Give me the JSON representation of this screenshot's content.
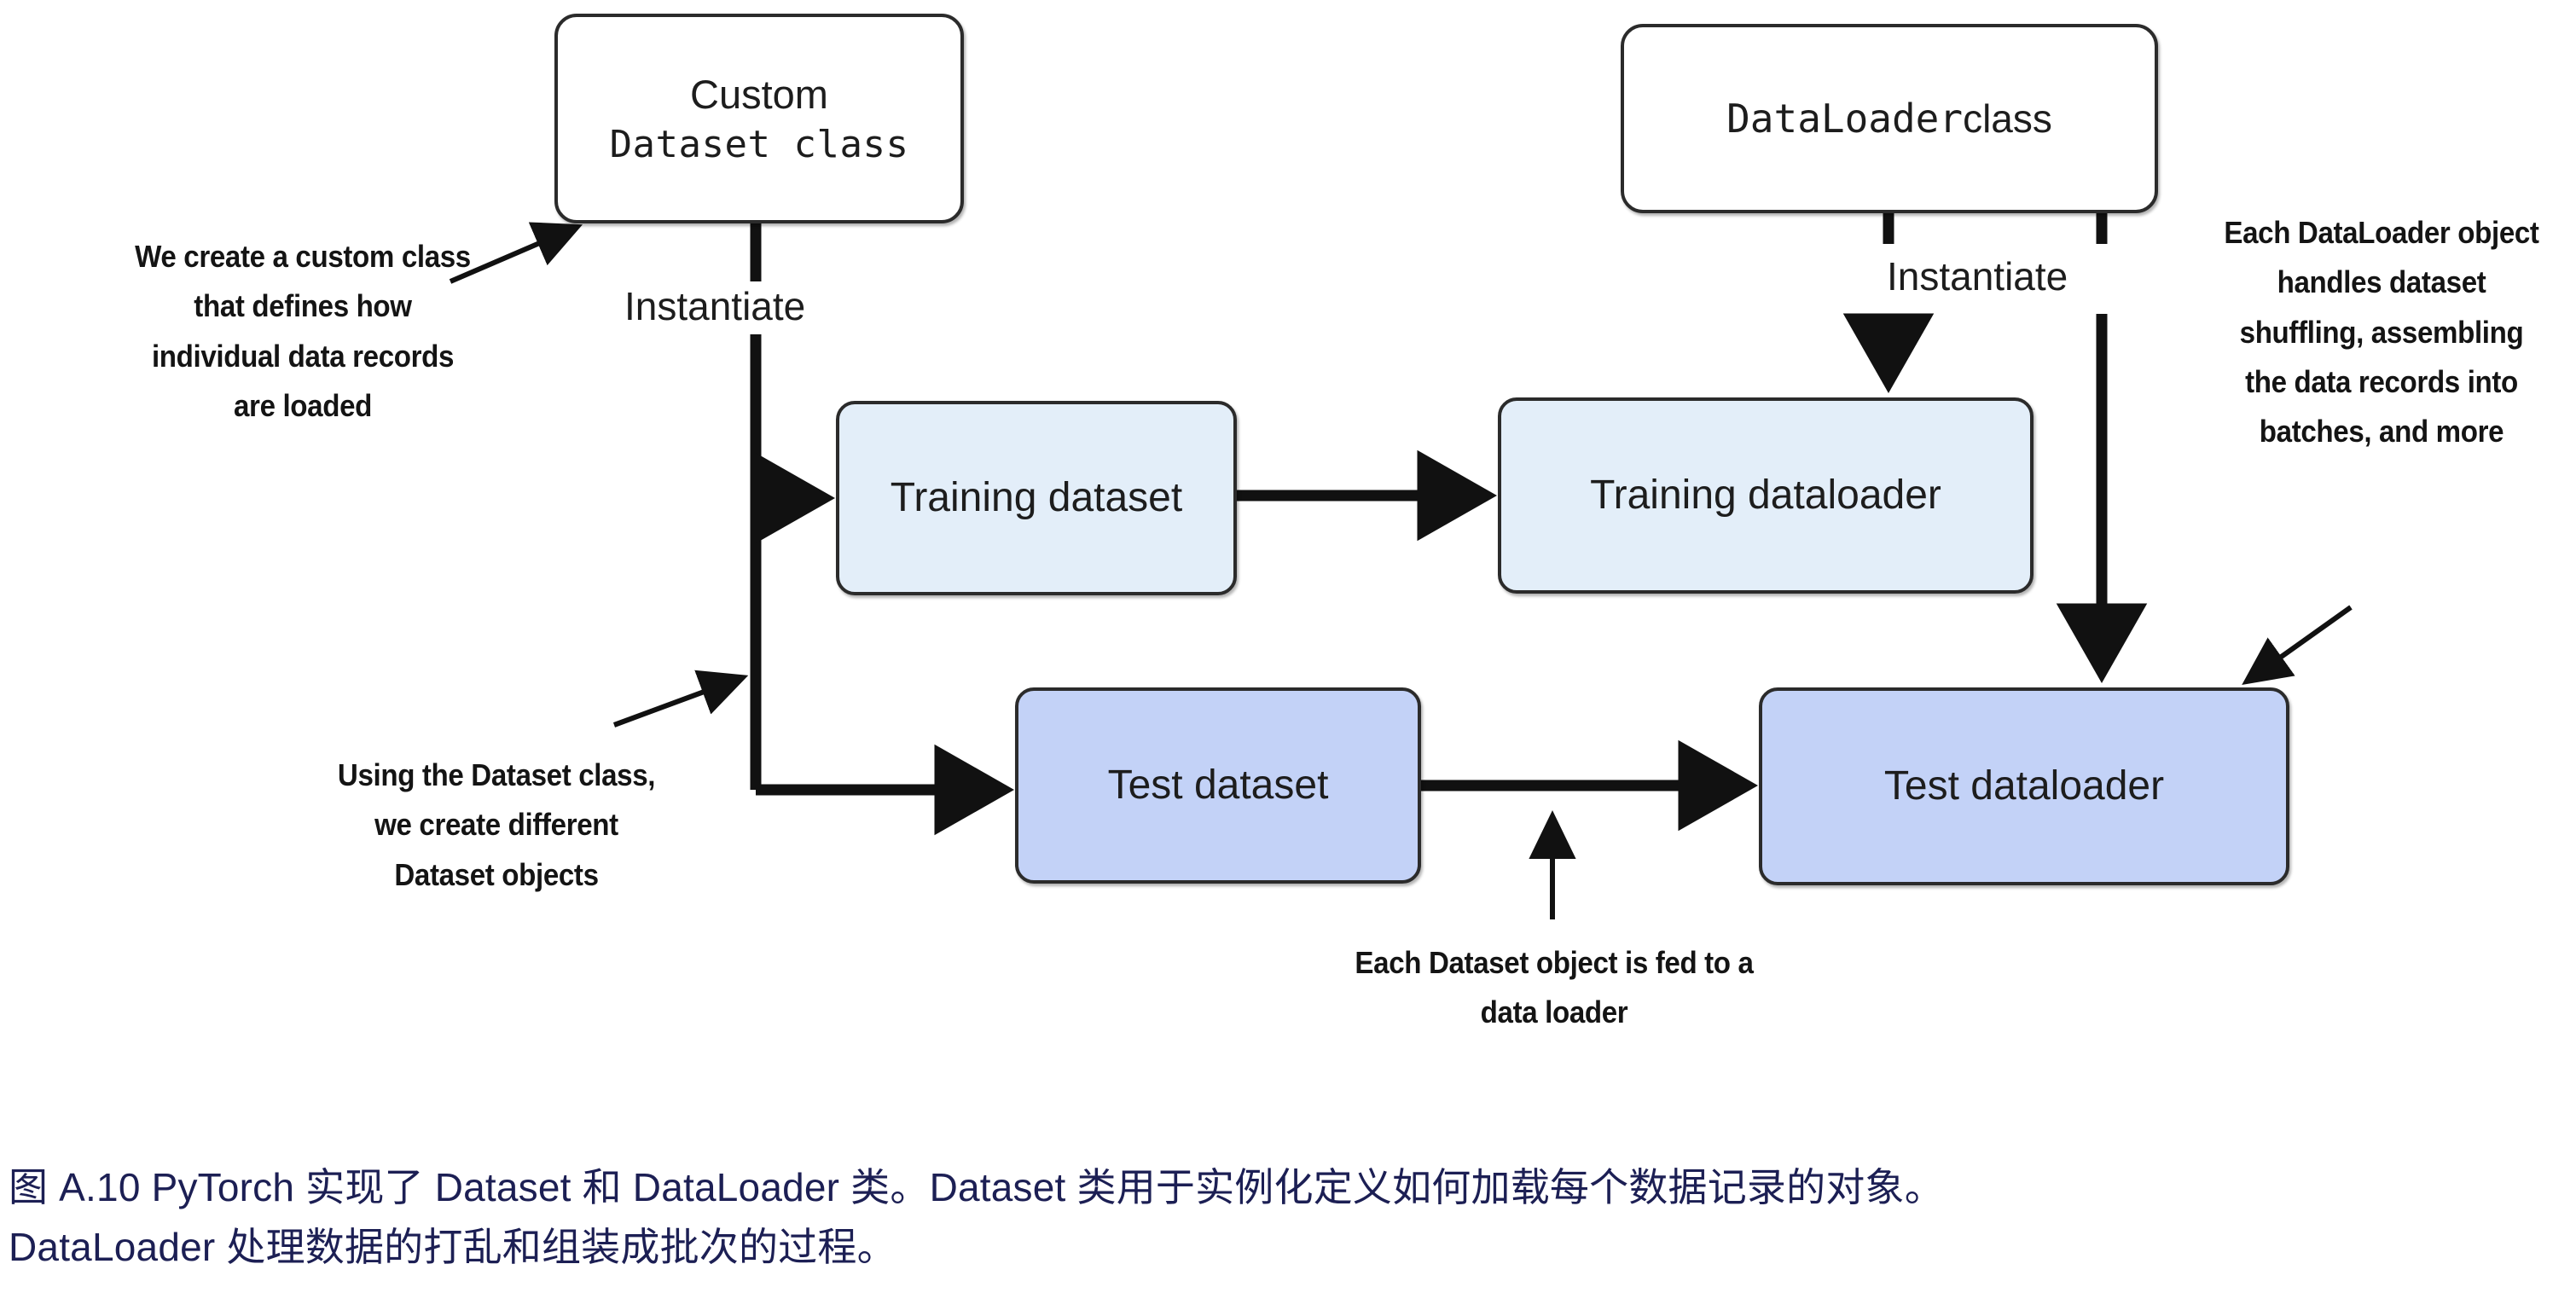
{
  "figure": {
    "nodes": {
      "custom_dataset_class": {
        "line1": "Custom",
        "line2": "Dataset class"
      },
      "dataloader_class": {
        "mono": "DataLoader",
        "sans": "class"
      },
      "training_dataset": "Training dataset",
      "training_dataloader": "Training dataloader",
      "test_dataset": "Test dataset",
      "test_dataloader": "Test dataloader"
    },
    "edge_labels": {
      "instantiate_left": "Instantiate",
      "instantiate_right": "Instantiate"
    },
    "notes": {
      "create_custom_class": "We create a custom class that defines how individual data records are loaded",
      "using_dataset_class": "Using the Dataset class, we create different Dataset objects",
      "each_dataset_object": "Each Dataset object is fed to a data loader",
      "each_dataloader": "Each DataLoader object handles dataset shuffling, assembling the data records into batches, and more"
    },
    "colors": {
      "stroke": "#2b2b2b",
      "training_fill": "#e3eef9",
      "test_fill": "#c3d2f7",
      "box_fill": "#ffffff",
      "caption": "#1c1f54"
    }
  },
  "caption": {
    "line1": "图 A.10 PyTorch 实现了 Dataset 和 DataLoader 类。Dataset 类用于实例化定义如何加载每个数据记录的对象。",
    "line2": "DataLoader 处理数据的打乱和组装成批次的过程。"
  }
}
